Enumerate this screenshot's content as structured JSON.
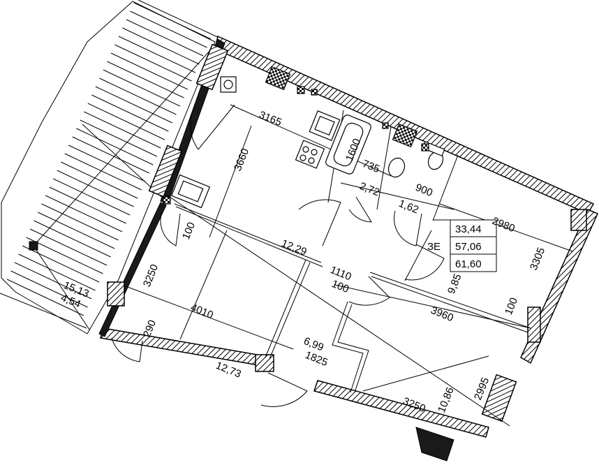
{
  "summary": {
    "living_area": "33,44",
    "total_area": "57,06",
    "total_with_balcony": "61,60",
    "label": "ЗЕ"
  },
  "rooms": {
    "balcony_area": "15,13",
    "balcony_area_reduced": "4,54",
    "kitchen_living": "12,29",
    "room_left": "12,73",
    "bathroom": "2,72",
    "wc": "1,62",
    "corridor": "6,99",
    "room_right_top": "9,85",
    "room_right_bottom": "10,86"
  },
  "dimensions": {
    "d3165": "3165",
    "d3660": "3660",
    "d1600": "1600",
    "d735": "735",
    "d900": "900",
    "d2980": "2980",
    "d3305": "3305",
    "d100a": "100",
    "d3250a": "3250",
    "d4010": "4010",
    "d290": "290",
    "d1110": "1110",
    "d100b": "100",
    "d3960": "3960",
    "d100c": "100",
    "d1825": "1825",
    "d2995": "2995",
    "d3250b": "3250"
  }
}
